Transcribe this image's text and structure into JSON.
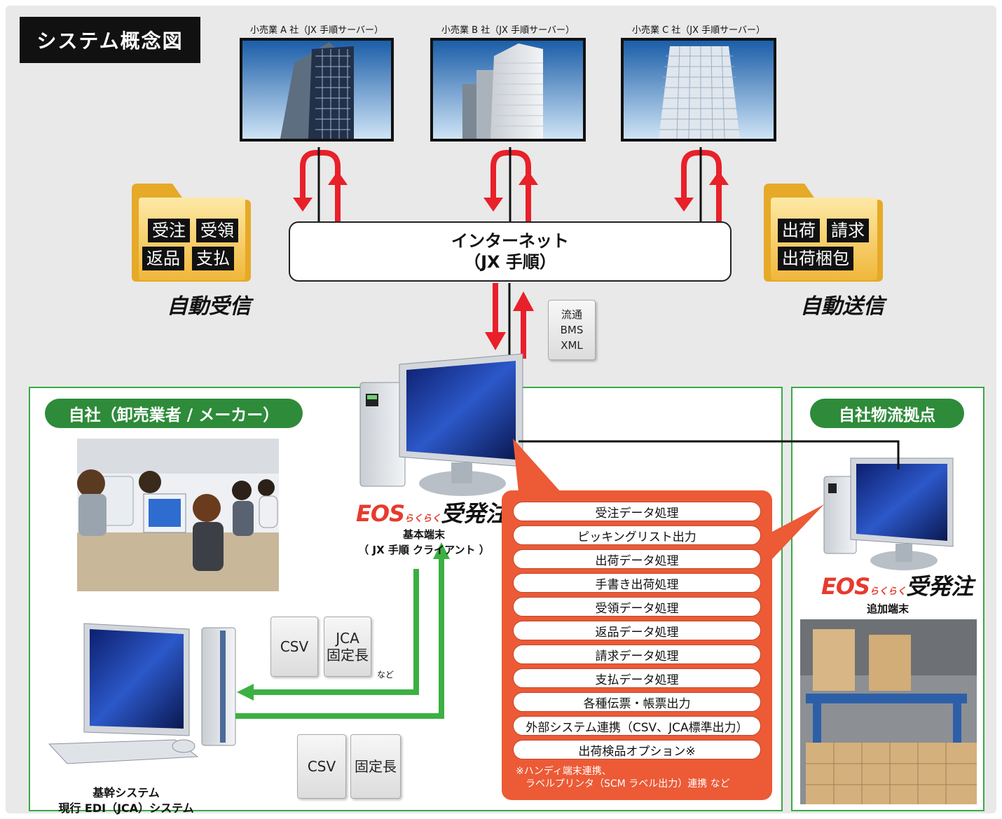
{
  "title": "システム概念図",
  "servers": [
    {
      "label": "小売業 A 社（JX 手順サーバー）"
    },
    {
      "label": "小売業 B 社（JX 手順サーバー）"
    },
    {
      "label": "小売業 C 社（JX 手順サーバー）"
    }
  ],
  "internet": {
    "line1": "インターネット",
    "line2": "（JX 手順）"
  },
  "receive_folder": {
    "tags": [
      "受注",
      "受領",
      "返品",
      "支払"
    ],
    "label": "自動受信"
  },
  "send_folder": {
    "tags": [
      "出荷",
      "請求",
      "出荷梱包"
    ],
    "label": "自動送信"
  },
  "bms_doc": {
    "line1": "流通 BMS",
    "line2": "XML"
  },
  "company": {
    "label": "自社（卸売業者 / メーカー）"
  },
  "logistics": {
    "label": "自社物流拠点"
  },
  "main_terminal": {
    "logo_eos": "EOS",
    "logo_rakuraku": "らくらく",
    "logo_product": "受発注",
    "line1": "基本端末",
    "line2": "（ JX 手順 クライアント ）"
  },
  "additional_terminal": {
    "logo_eos": "EOS",
    "logo_rakuraku": "らくらく",
    "logo_product": "受発注",
    "line1": "追加端末"
  },
  "upload_docs": {
    "csv": "CSV",
    "jca_line1": "JCA",
    "jca_line2": "固定長",
    "etc": "など"
  },
  "download_docs": {
    "csv": "CSV",
    "fixed": "固定長"
  },
  "core_system": {
    "line1": "基幹システム",
    "line2": "現行 EDI（JCA）システム"
  },
  "processes": [
    "受注データ処理",
    "ピッキングリスト出力",
    "出荷データ処理",
    "手書き出荷処理",
    "受領データ処理",
    "返品データ処理",
    "請求データ処理",
    "支払データ処理",
    "各種伝票・帳票出力",
    "外部システム連携（CSV、JCA標準出力）",
    "出荷検品オプション※"
  ],
  "process_note": {
    "line1": "※ハンディ端末連携、",
    "line2": "　ラベルプリンタ（SCM ラベル出力）連携 など"
  },
  "colors": {
    "arrow_red": "#e8202a",
    "arrow_green": "#3cb043",
    "pill_green": "#2e8b3a",
    "panel_orange": "#ec5a36",
    "folder_yellow": "#f5c84c",
    "background": "#e9e9e9"
  }
}
